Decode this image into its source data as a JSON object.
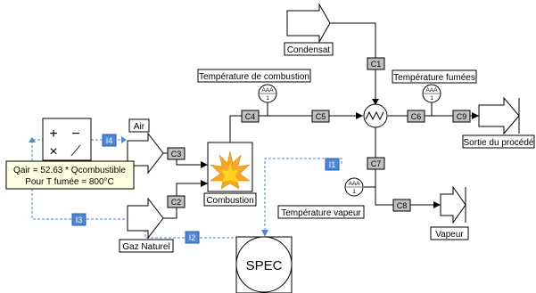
{
  "labels": {
    "condensat": "Condensat",
    "temp_combustion": "Température de combustion",
    "temp_fumees": "Température fumées",
    "air": "Air",
    "sortie": "Sortie du procédé",
    "combustion": "Combustion",
    "temp_vapeur": "Température vapeur",
    "vapeur": "Vapeur",
    "gaz": "Gaz Naturel",
    "spec": "SPEC"
  },
  "formula": {
    "line1": "Qair = 52.63 * Qcombustible",
    "line2": "Pour T fumée = 800°C"
  },
  "calc_symbols": [
    "+",
    "−",
    "×",
    "⟋"
  ],
  "gauge_text": "AAA",
  "gauge_index": "1",
  "streams": [
    "C1",
    "C2",
    "C3",
    "C4",
    "C5",
    "C6",
    "C7",
    "C8",
    "C9"
  ],
  "info_tags": [
    "I1",
    "I2",
    "I3",
    "I4"
  ],
  "colors": {
    "signal": "#4f86d6",
    "info_box": "#4f86d6",
    "stream_box": "#c0c0c0",
    "flame_outer": "#f5a623",
    "flame_inner": "#ffd21f"
  }
}
